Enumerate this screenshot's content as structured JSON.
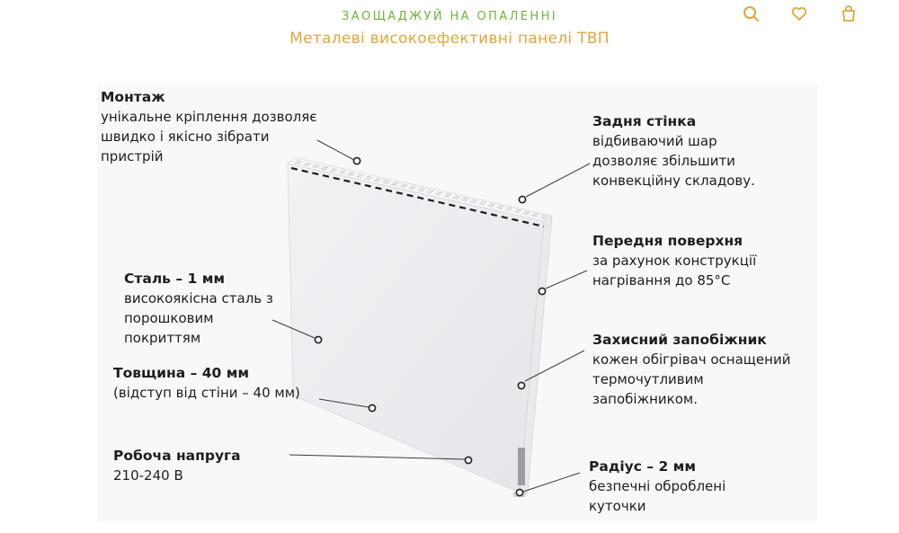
{
  "header": {
    "eyebrow": "ЗАОЩАДЖУЙ НА ОПАЛЕННІ",
    "title": "Металеві високоефективні панелі ТВП",
    "icons": [
      "search-icon",
      "heart-icon",
      "shopping-bag-icon"
    ],
    "colors": {
      "eyebrow": "#6fb23a",
      "title": "#e3a53c",
      "icons": "#e3a53c"
    }
  },
  "callouts": {
    "mounting": {
      "title": "Монтаж",
      "lines": [
        "унікальне кріплення дозволяє",
        "швидко і якісно зібрати",
        "пристрій"
      ]
    },
    "back_wall": {
      "title": "Задня стінка",
      "lines": [
        "відбиваючий шар",
        "дозволяє збільшити",
        "конвекційну складову."
      ]
    },
    "front_surface": {
      "title": "Передня поверхня",
      "lines": [
        "за рахунок конструкції",
        "нагрівання до 85°С"
      ]
    },
    "steel": {
      "title": "Сталь – 1 мм",
      "lines": [
        "високоякісна сталь з",
        "порошковим",
        "покриттям"
      ]
    },
    "thickness": {
      "title": "Товщина – 40 мм",
      "lines": [
        "(відступ від стіни – 40 мм)"
      ]
    },
    "fuse": {
      "title": "Захисний запобіжник",
      "lines": [
        "кожен обігрівач оснащений",
        "термочутливим",
        "запобіжником."
      ]
    },
    "voltage": {
      "title": "Робоча напруга",
      "lines": [
        "210-240 В"
      ]
    },
    "radius": {
      "title": "Радіус – 2 мм",
      "lines": [
        "безпечні  оброблені",
        "куточки"
      ]
    }
  }
}
